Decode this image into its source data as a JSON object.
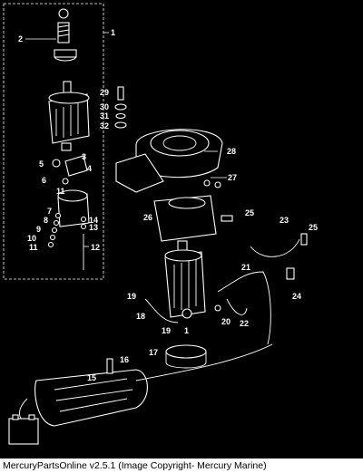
{
  "diagram": {
    "callouts": [
      "1",
      "2",
      "1",
      "3",
      "4",
      "5",
      "6",
      "7",
      "8",
      "9",
      "10",
      "11",
      "11",
      "12",
      "13",
      "14",
      "15",
      "16",
      "17",
      "18",
      "19",
      "19",
      "20",
      "21",
      "22",
      "23",
      "24",
      "25",
      "25",
      "26",
      "27",
      "28",
      "29",
      "30",
      "31",
      "32"
    ]
  },
  "footer": {
    "text": "MercuryPartsOnline v2.5.1 (Image Copyright- Mercury Marine)"
  },
  "colors": {
    "background": "#000000",
    "line_art": "#ffffff",
    "footer_bg": "#ffffff",
    "footer_text": "#000000"
  }
}
